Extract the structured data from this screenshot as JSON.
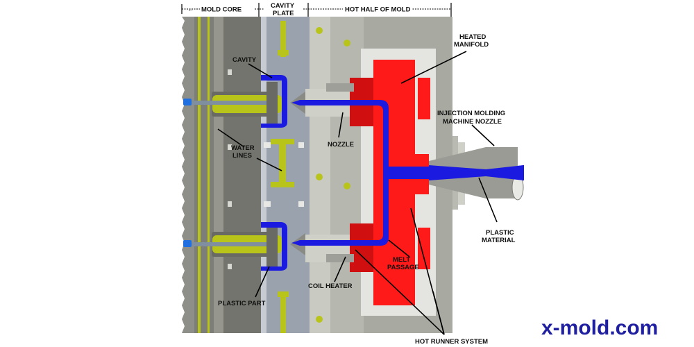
{
  "headers": {
    "mold_core": "MOLD CORE",
    "cavity_plate_line1": "CAVITY",
    "cavity_plate_line2": "PLATE",
    "hot_half": "HOT HALF OF MOLD"
  },
  "labels": {
    "cavity": "CAVITY",
    "water_lines_line1": "WATER",
    "water_lines_line2": "LINES",
    "nozzle": "NOZZLE",
    "heated_manifold_line1": "HEATED",
    "heated_manifold_line2": "MANIFOLD",
    "injection_nozzle_line1": "INJECTION MOLDING",
    "injection_nozzle_line2": "MACHINE NOZZLE",
    "plastic_material_line1": "PLASTIC",
    "plastic_material_line2": "MATERIAL",
    "melt_passage_line1": "MELT",
    "melt_passage_line2": "PASSAGE",
    "coil_heater": "COIL HEATER",
    "plastic_part": "PLASTIC PART",
    "hot_runner_system": "HOT RUNNER SYSTEM"
  },
  "brand": {
    "text": "x-mold.com",
    "color": "#1f1fa0"
  },
  "colors": {
    "melt": "#1a1ae0",
    "manifold": "#ff1a1a",
    "heater": "#d01010",
    "water": "#b8c41a",
    "steel_dark": "#7a7a74",
    "steel_mid": "#a9a9a2",
    "steel_light": "#cfd0c8",
    "plate_blue_gray": "#9aa3ad",
    "insulation": "#e4e4e0"
  }
}
